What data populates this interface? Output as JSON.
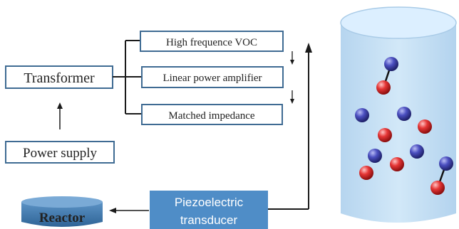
{
  "labels": {
    "transformer": "Transformer",
    "power_supply": "Power supply",
    "voc": "High frequence VOC",
    "amplifier": "Linear power amplifier",
    "impedance": "Matched impedance",
    "reactor": "Reactor",
    "transducer_line1": "Piezoelectric",
    "transducer_line2": "transducer"
  },
  "colors": {
    "box_border": "#3f6b93",
    "line": "#1a1a1a",
    "transducer_fill": "#4f8dc7",
    "reactor_fill": "#3d76a8",
    "cylinder_fill": "#c6e0f5",
    "cylinder_top": "#daeefb",
    "blue_atom": "#3d3fa8",
    "red_atom": "#e02a2a"
  },
  "icons": [
    "arrow-up-icon",
    "arrow-down-icon",
    "arrow-left-icon",
    "molecule-icon"
  ]
}
